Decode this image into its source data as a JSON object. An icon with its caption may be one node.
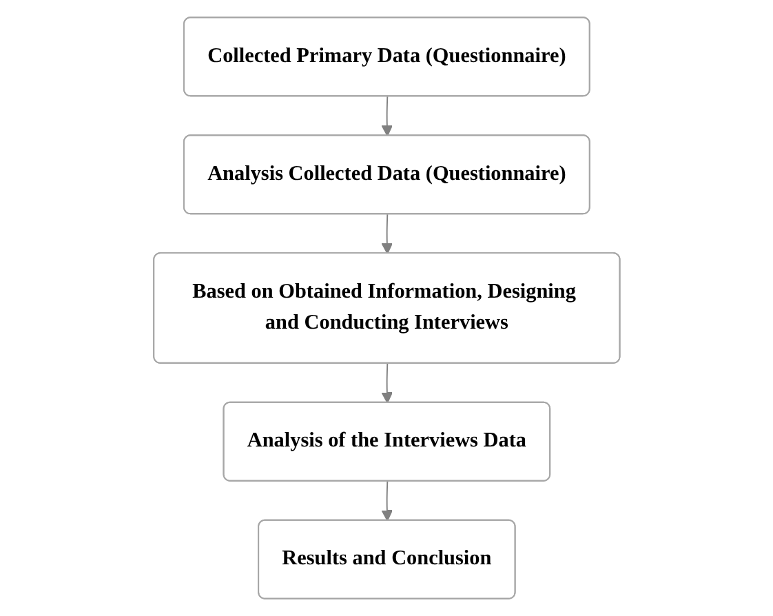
{
  "diagram": {
    "nodes": [
      {
        "text": [
          "Collected Primary Data (Questionnaire)"
        ]
      },
      {
        "text": [
          "Analysis Collected Data (Questionnaire)"
        ]
      },
      {
        "text": [
          "Based on Obtained Information, Designing and Conducting Interviews"
        ]
      },
      {
        "text": [
          "Analysis of the Interviews Data"
        ]
      },
      {
        "text": [
          "Results and Conclusion"
        ]
      }
    ],
    "edges": [
      {
        "from": 0,
        "to": 1,
        "arrow": "to"
      },
      {
        "from": 1,
        "to": 2,
        "arrow": "to"
      },
      {
        "from": 2,
        "to": 3,
        "arrow": "to"
      },
      {
        "from": 3,
        "to": 4,
        "arrow": "to"
      }
    ]
  }
}
